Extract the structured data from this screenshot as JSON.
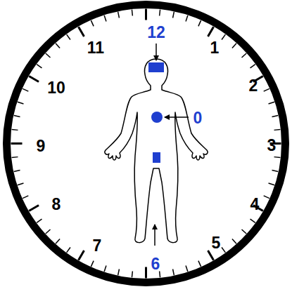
{
  "diagram": {
    "labels": [
      "12",
      "1",
      "2",
      "3",
      "4",
      "5",
      "6",
      "7",
      "8",
      "9",
      "10",
      "11",
      "0"
    ]
  }
}
